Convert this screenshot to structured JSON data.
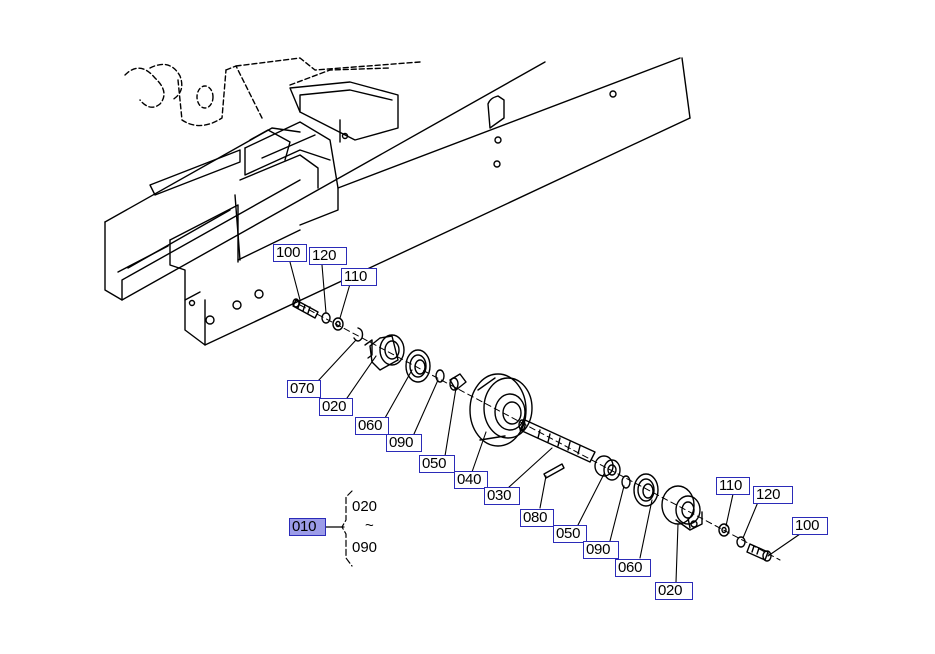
{
  "labels": {
    "c010": "010",
    "c020_a": "020",
    "c020_b": "020",
    "c030": "030",
    "c040": "040",
    "c050_a": "050",
    "c050_b": "050",
    "c060_a": "060",
    "c060_b": "060",
    "c070": "070",
    "c080": "080",
    "c090_a": "090",
    "c090_b": "090",
    "c100_a": "100",
    "c100_b": "100",
    "c110_a": "110",
    "c110_b": "110",
    "c120_a": "120",
    "c120_b": "120"
  },
  "assembly": {
    "range_start": "020",
    "range_tilde": "~",
    "range_end": "090"
  },
  "colors": {
    "label_border": "#2b2bb8",
    "selected_fill": "#9c9ce8",
    "line": "#000000"
  }
}
